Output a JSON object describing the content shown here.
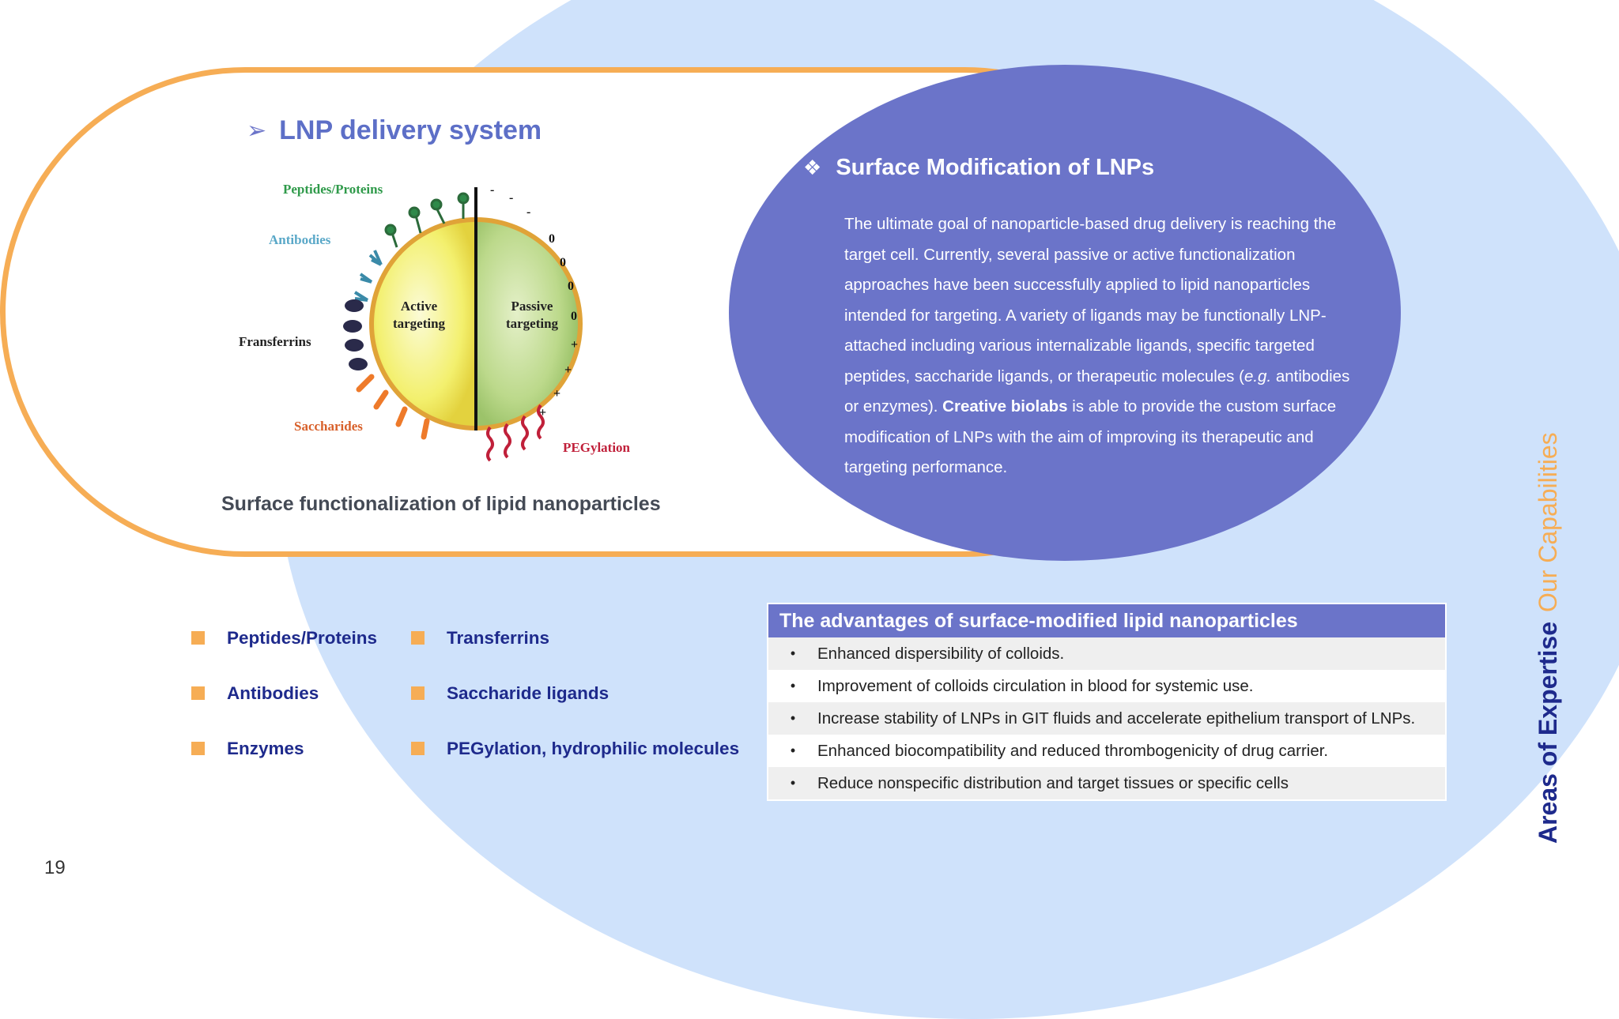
{
  "slide": {
    "page_number": "19",
    "left_section": {
      "title": "LNP delivery system",
      "caption": "Surface functionalization of lipid nanoparticles",
      "diagram": {
        "labels": {
          "peptides": "Peptides/Proteins",
          "antibodies": "Antibodies",
          "transferrins": "Fransferrins",
          "saccharides": "Saccharides",
          "pegylation": "PEGylation",
          "active_1": "Active",
          "active_2": "targeting",
          "passive_1": "Passive",
          "passive_2": "targeting"
        }
      }
    },
    "right_section": {
      "title": "Surface Modification of LNPs",
      "body": {
        "part1": "The ultimate goal of nanoparticle-based drug delivery is reaching the target cell. Currently, several passive or active functionalization approaches have been successfully applied to lipid nanoparticles intended for targeting. A variety of ligands may be functionally LNP-attached including various internalizable ligands, specific targeted peptides, saccharide ligands, or therapeutic molecules (",
        "eg": "e.g.",
        "part2": " antibodies or enzymes). ",
        "brand": "Creative biolabs",
        "part3": " is able to provide the custom surface modification of LNPs with the aim of improving its therapeutic and targeting performance."
      }
    },
    "ligand_list": {
      "col1": [
        "Peptides/Proteins",
        "Antibodies",
        "Enzymes"
      ],
      "col2": [
        "Transferrins",
        "Saccharide ligands",
        "PEGylation, hydrophilic molecules"
      ]
    },
    "advantages": {
      "header": "The advantages of surface-modified lipid nanoparticles",
      "bullet": "•",
      "rows": [
        "Enhanced dispersibility of colloids.",
        "Improvement of colloids circulation in blood for systemic use.",
        "Increase stability of LNPs in GIT fluids and accelerate epithelium transport of LNPs.",
        "Enhanced biocompatibility and reduced thrombogenicity of drug carrier.",
        "Reduce nonspecific distribution and target tissues or specific cells"
      ]
    },
    "side_title": {
      "part1": "Areas of Expertise",
      "part2": "Our Capabilities"
    },
    "colors": {
      "accent_orange": "#f6ad55",
      "accent_purple": "#6b74c9",
      "navy": "#1e2a8c",
      "light_blue": "#cfe2fb"
    }
  }
}
